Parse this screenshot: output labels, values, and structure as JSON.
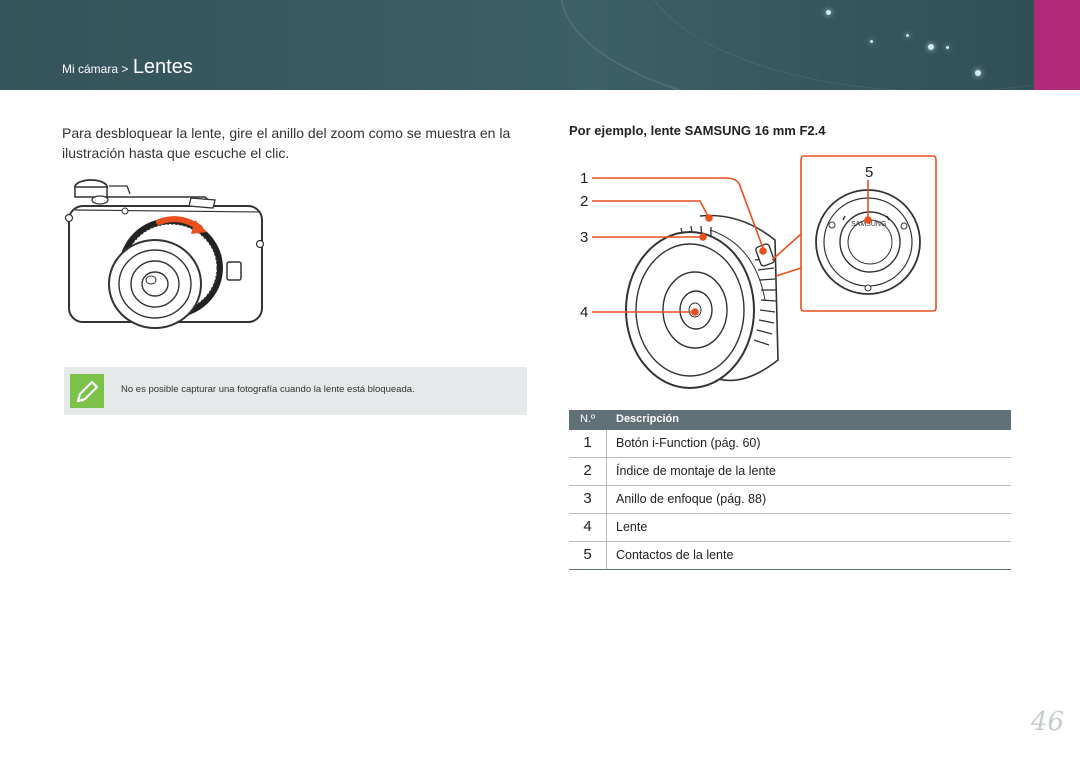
{
  "header": {
    "breadcrumb_parent": "Mi cámara >",
    "breadcrumb_current": "Lentes",
    "accent_color": "#b42a7a",
    "band_color": "#3d5f66"
  },
  "left": {
    "intro": "Para desbloquear la lente, gire el anillo del zoom como se muestra en la ilustración hasta que escuche el clic.",
    "illustration_icon": "camera-with-lens-illustration",
    "note": {
      "icon": "pencil-note-icon",
      "text": "No es posible capturar una fotografía cuando la lente está bloqueada."
    }
  },
  "right": {
    "example_title": "Por ejemplo, lente SAMSUNG 16 mm F2.4",
    "callouts": [
      "1",
      "2",
      "3",
      "4",
      "5"
    ],
    "lens_marking": "SAMSUNG",
    "table": {
      "headers": [
        "N.º",
        "Descripción"
      ],
      "rows": [
        {
          "no": "1",
          "description": "Botón i-Function (pág. 60)"
        },
        {
          "no": "2",
          "description": "Índice de montaje de la lente"
        },
        {
          "no": "3",
          "description": "Anillo de enfoque (pág. 88)"
        },
        {
          "no": "4",
          "description": "Lente"
        },
        {
          "no": "5",
          "description": "Contactos de la lente"
        }
      ]
    }
  },
  "page_number": "46"
}
